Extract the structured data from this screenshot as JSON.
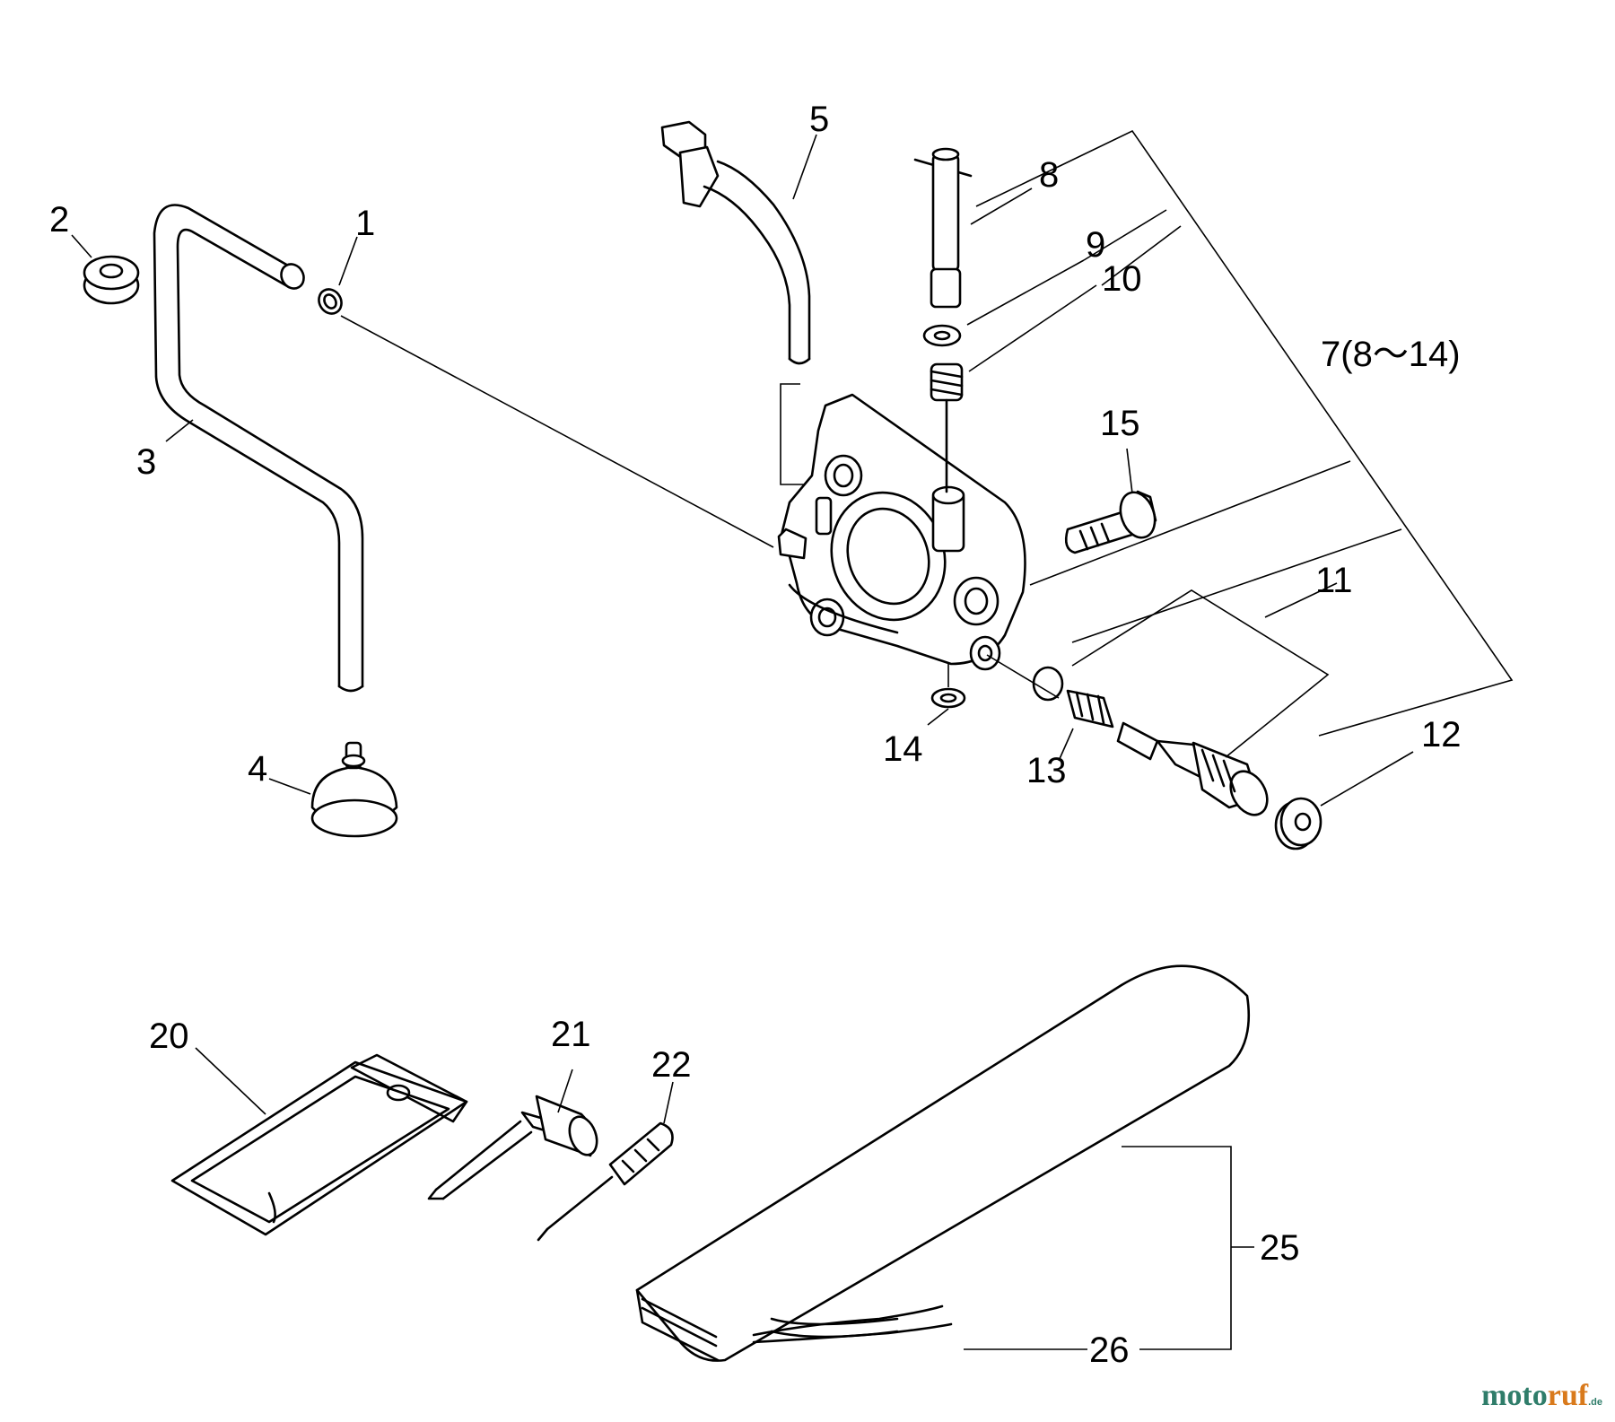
{
  "labels": {
    "p1": "1",
    "p2": "2",
    "p3": "3",
    "p4": "4",
    "p5": "5",
    "p7": "7(8～14)",
    "p8": "8",
    "p9": "9",
    "p10": "10",
    "p11": "11",
    "p12": "12",
    "p13": "13",
    "p14": "14",
    "p15": "15",
    "p20": "20",
    "p21": "21",
    "p22": "22",
    "p25": "25",
    "p26": "26"
  },
  "watermark": {
    "part1": "moto",
    "part2": "ruf",
    "tld": ".de"
  }
}
